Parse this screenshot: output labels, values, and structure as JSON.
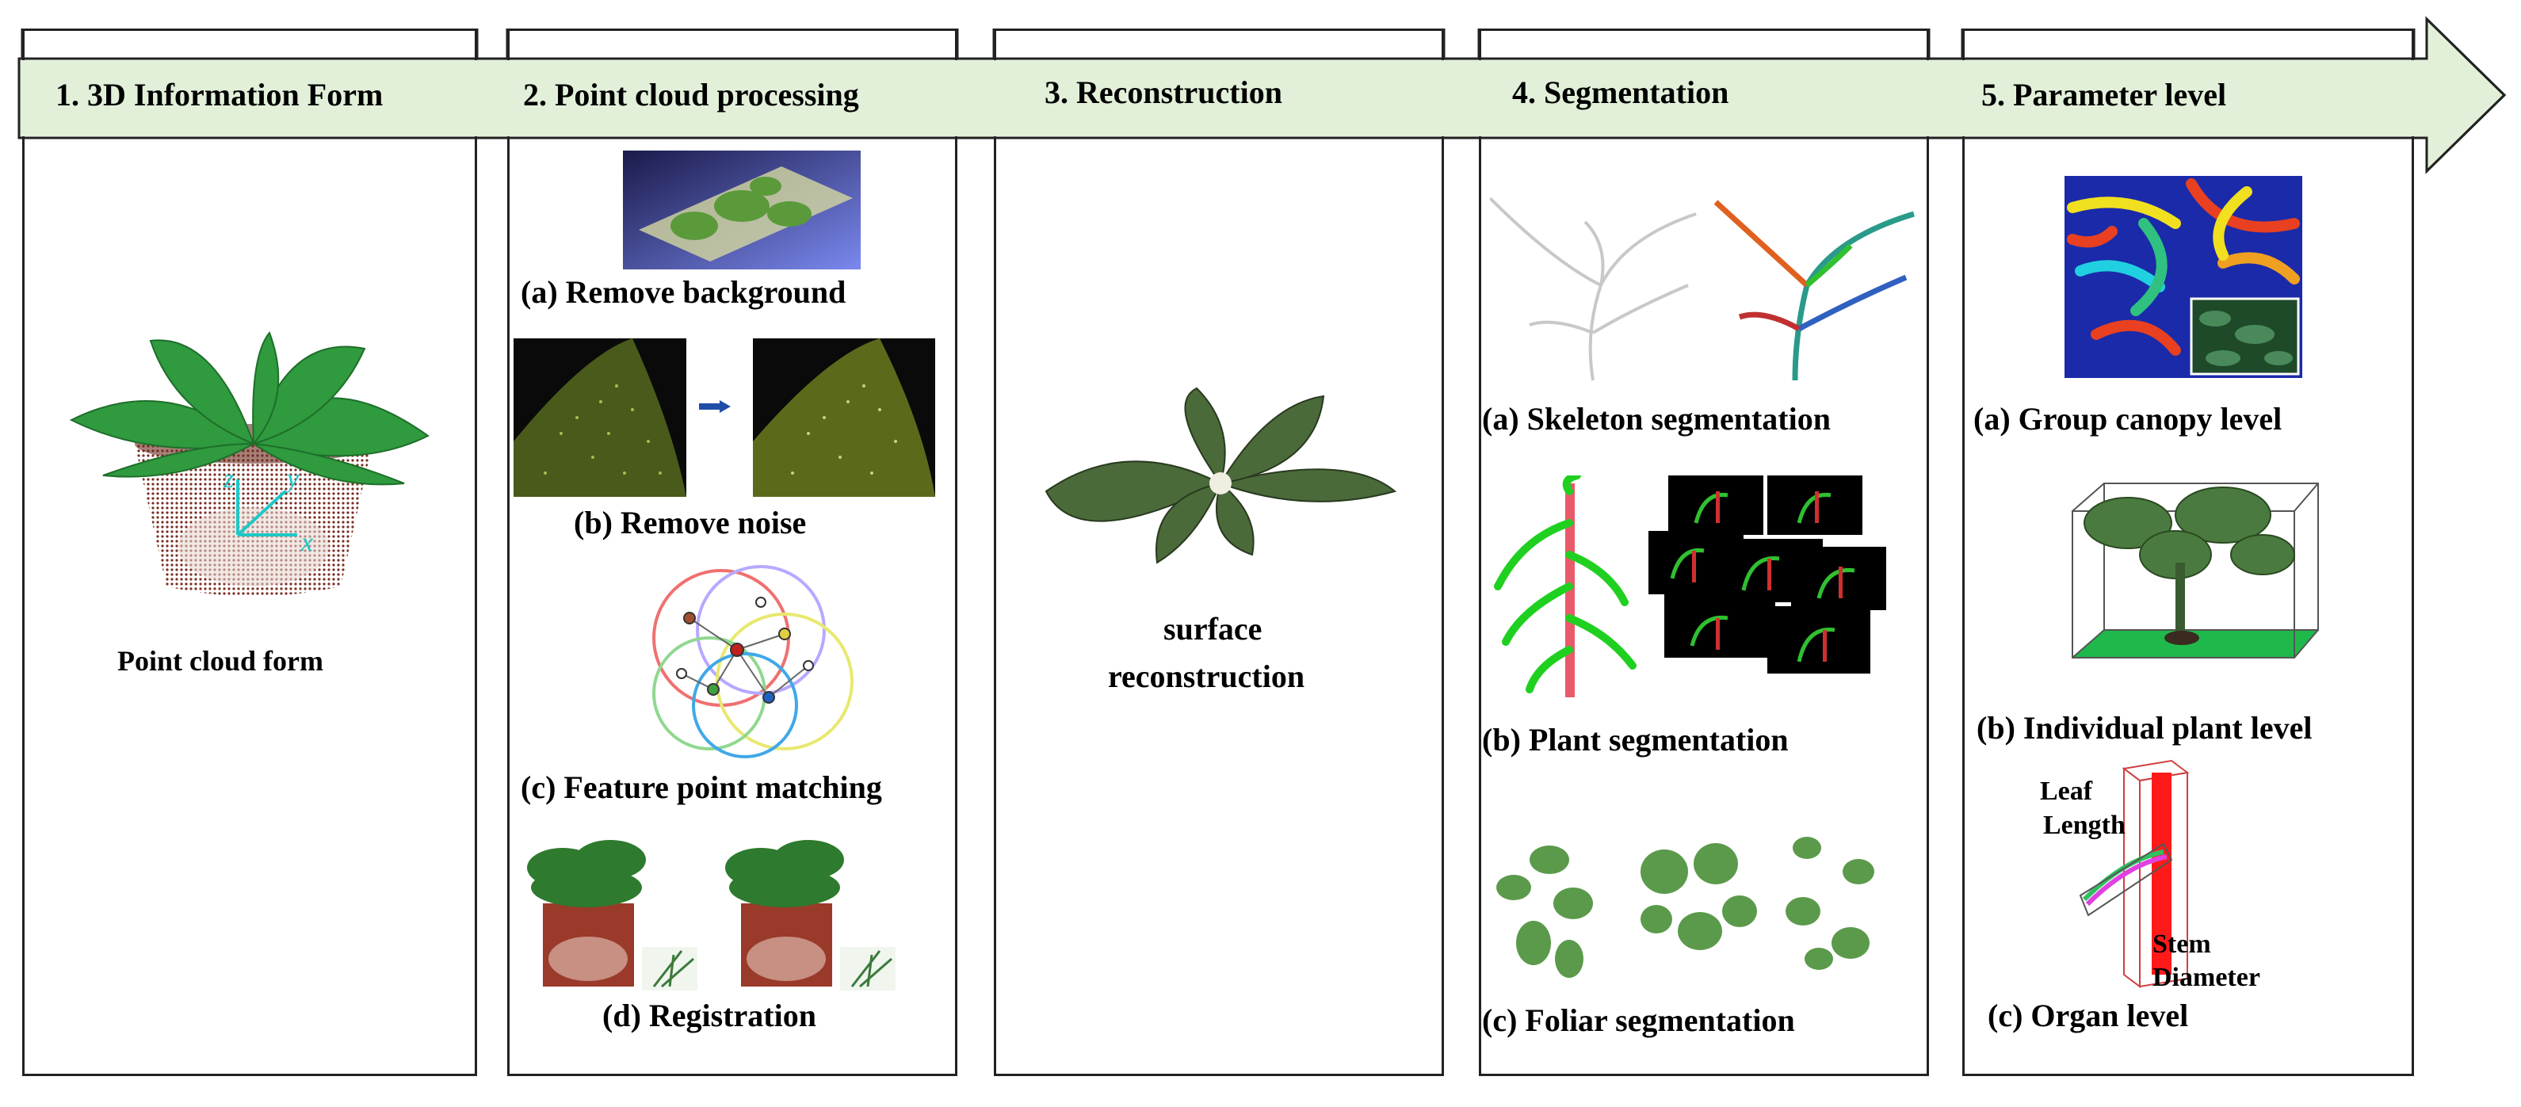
{
  "stages": [
    {
      "title": "1. 3D Information Form",
      "captions": [
        "Point cloud form"
      ]
    },
    {
      "title": "2. Point cloud processing",
      "captions": [
        "(a) Remove background",
        "(b) Remove noise",
        "(c) Feature point matching",
        "(d) Registration"
      ]
    },
    {
      "title": "3. Reconstruction",
      "captions": [
        "surface",
        "reconstruction"
      ]
    },
    {
      "title": "4. Segmentation",
      "captions": [
        "(a) Skeleton segmentation",
        "(b) Plant segmentation",
        "(c) Foliar segmentation"
      ]
    },
    {
      "title": "5. Parameter level",
      "captions": [
        "(a) Group canopy level",
        "(b) Individual plant level",
        "(c) Organ level"
      ]
    }
  ],
  "annotations": {
    "axis_z": "z",
    "axis_y": "y",
    "axis_x": "x",
    "leaf": "Leaf",
    "length": "Length",
    "stem": "Stem",
    "diameter": "Diameter"
  },
  "colors": {
    "header_band": "#e2f0d9",
    "leaf_green": "#2e8b3a",
    "pot_brown": "#8b3a2a",
    "stem_red": "#ff1a1a"
  }
}
